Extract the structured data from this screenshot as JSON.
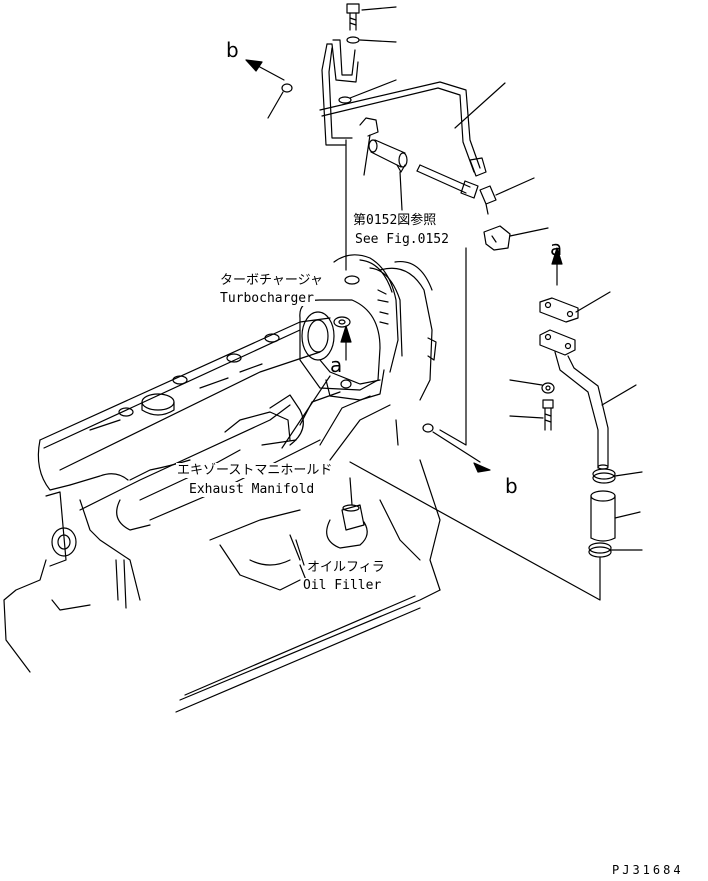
{
  "labels": {
    "fig_ref_jp": "第0152図参照",
    "fig_ref_en": "See Fig.0152",
    "turbo_jp": "ターボチャージャ",
    "turbo_en": "Turbocharger",
    "exhaust_jp": "エキゾーストマニホールド",
    "exhaust_en": "Exhaust Manifold",
    "oil_jp": "オイルフィラ",
    "oil_en": "Oil Filler"
  },
  "refs": {
    "b_top": "b",
    "b_bottom": "b",
    "a_right": "a",
    "a_center": "a"
  },
  "drawing_code": "PJ31684",
  "colors": {
    "line": "#000000",
    "background": "#ffffff"
  }
}
